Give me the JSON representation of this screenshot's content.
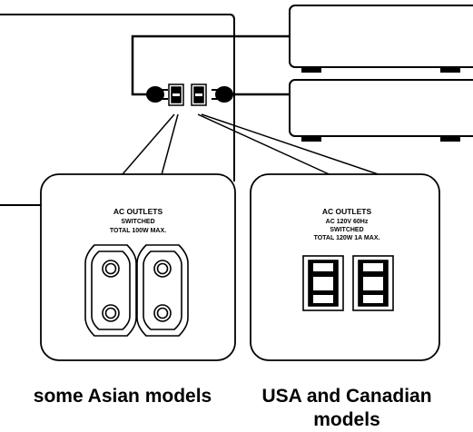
{
  "asian_panel": {
    "title": "AC OUTLETS",
    "line2": "SWITCHED",
    "line3": "TOTAL 100W  MAX."
  },
  "usa_panel": {
    "title": "AC OUTLETS",
    "line2": "AC 120V  60Hz",
    "line3": "SWITCHED",
    "line4": "TOTAL  120W  1A  MAX."
  },
  "captions": {
    "left": "some Asian models",
    "right": "USA and Canadian models"
  }
}
